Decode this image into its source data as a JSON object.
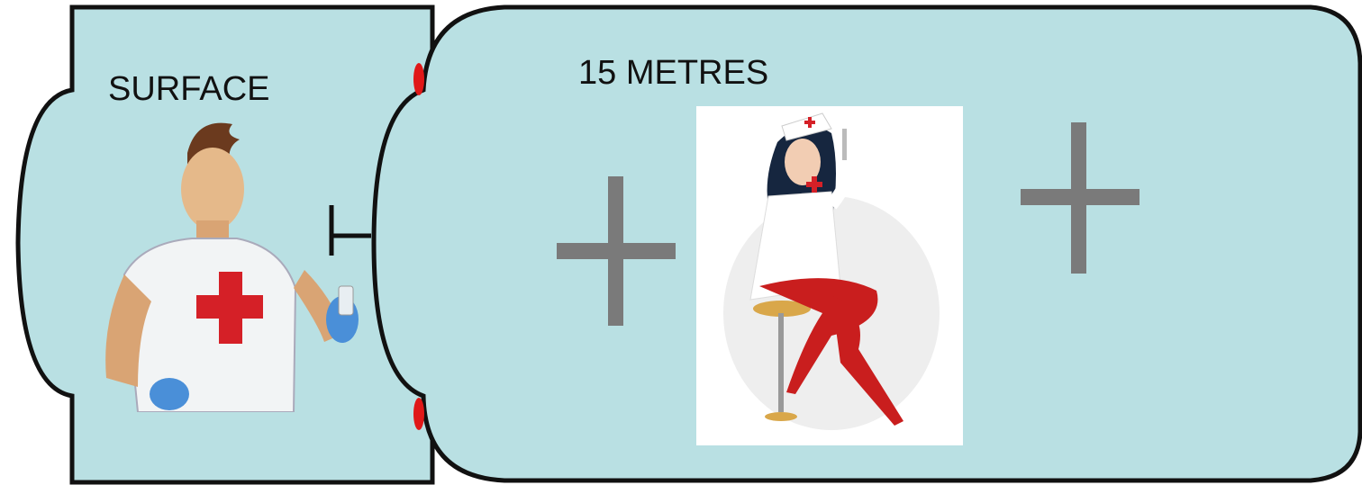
{
  "labels": {
    "surface": "SURFACE",
    "depth": "15 METRES"
  },
  "colors": {
    "chamber_fill": "#b9e0e3",
    "outline": "#111111",
    "plus_sign": "#7a7a7a",
    "seal_marker": "#e01818",
    "cross": "#d52027"
  },
  "figures": {
    "surface": "male-nurse-illustration",
    "depth": "female-nurse-illustration"
  }
}
